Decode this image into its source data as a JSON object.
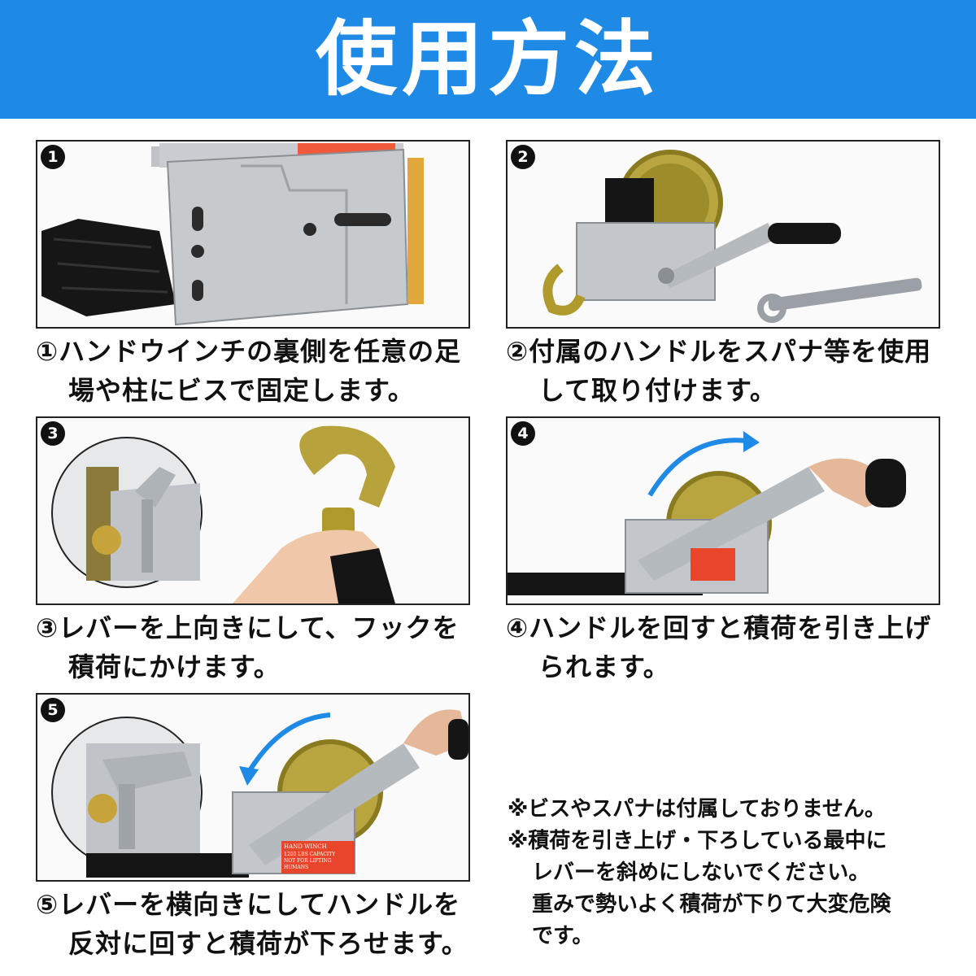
{
  "header": {
    "title": "使用方法"
  },
  "steps": [
    {
      "num": "1",
      "line1": "①ハンドウインチの裏側を任意の足",
      "line2": "場や柱にビスで固定します。"
    },
    {
      "num": "2",
      "line1": "②付属のハンドルをスパナ等を使用",
      "line2": "して取り付けます。"
    },
    {
      "num": "3",
      "line1": "③レバーを上向きにして、フックを",
      "line2": "積荷にかけます。"
    },
    {
      "num": "4",
      "line1": "④ハンドルを回すと積荷を引き上げ",
      "line2": "られます。"
    },
    {
      "num": "5",
      "line1": "⑤レバーを横向きにしてハンドルを",
      "line2": "反対に回すと積荷が下ろせます。"
    }
  ],
  "label": {
    "line1": "HAND WINCH",
    "line2": "1200 LBS CAPACITY",
    "line3": "NOT FOR LIFTING",
    "line4": "HUMANS"
  },
  "notes": {
    "n1": "※ビスやスパナは付属しておりません。",
    "n2": "※積荷を引き上げ・下ろしている最中に",
    "n3": "レバーを斜めにしないでください。",
    "n4": "重みで勢いよく積荷が下りて大変危険",
    "n5": "です。"
  },
  "colors": {
    "header": "#1e8ae6",
    "arrow": "#1e8ae6"
  }
}
